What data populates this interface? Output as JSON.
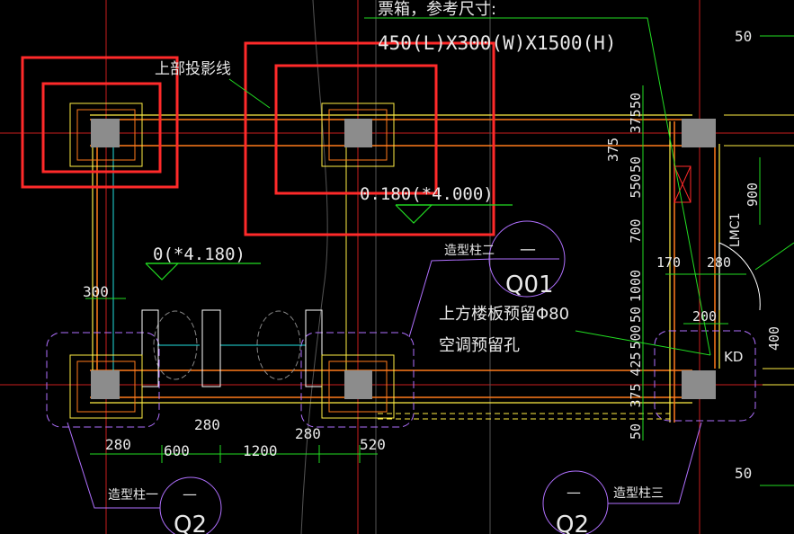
{
  "colors": {
    "background": "#000000",
    "axis_red": "#c81e1e",
    "highlight_red": "#ff2a2a",
    "beam_orange": "#ff7a1a",
    "wall_yellow": "#ffee44",
    "dim_green": "#22dd22",
    "text_white": "#e8e8e8",
    "cyan": "#22e0e0",
    "purple": "#b070ff",
    "column_gray": "#8c8c8c"
  },
  "labels": {
    "note_top": "票箱，参考尺寸:",
    "note_size": "450(L)X300(W)X1500(H)",
    "projection_line": "上部投影线",
    "elev_right": "0.180(*4.000)",
    "elev_left": "0(*4.180)",
    "column_type_2": "造型柱二",
    "column_type_1": "造型柱一",
    "column_type_3": "造型柱三",
    "tag_dash": "—",
    "tag_q01": "Q01",
    "tag_q2_left": "Q2",
    "tag_q2_right": "Q2",
    "floor_hole": "上方楼板预留Φ80",
    "ac_hole": "空调预留孔",
    "kd": "KD",
    "lmc": "LMC1"
  },
  "dimensions": {
    "d300": "300",
    "d280_a": "280",
    "d280_b": "280",
    "d280_c": "280",
    "d280_right": "280",
    "d600": "600",
    "d1200": "1200",
    "d520": "520",
    "d170": "170",
    "d200": "200",
    "d400": "400",
    "d50_tr": "50",
    "d50_br": "50",
    "d900": "900",
    "vertical_chain": [
      "50",
      "375",
      "50",
      "550",
      "700",
      "1000",
      "50",
      "500",
      "425",
      "375",
      "50"
    ],
    "d375_left": "375"
  }
}
